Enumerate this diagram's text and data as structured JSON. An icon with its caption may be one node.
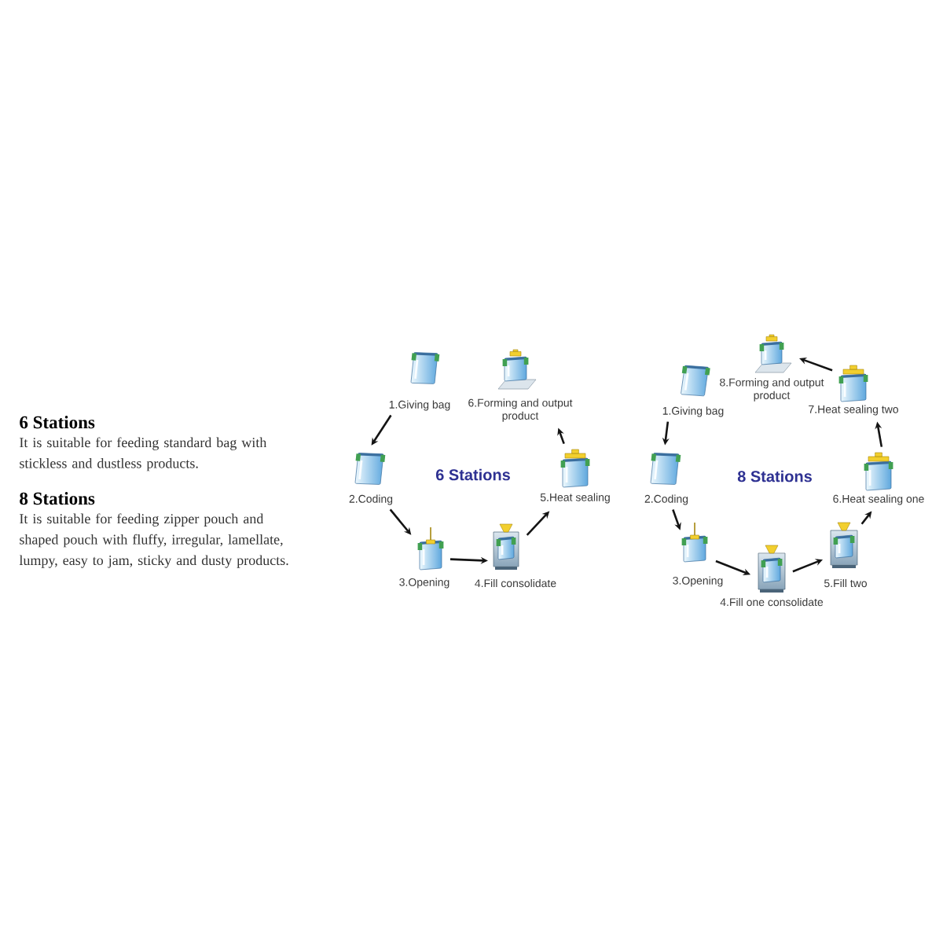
{
  "diagram": {
    "nodes": [
      {
        "text": [
          "1.Giving bag"
        ]
      },
      {
        "text": [
          "2.Coding"
        ]
      },
      {
        "text": [
          "3.Opening"
        ]
      },
      {
        "text": [
          "4.Fill consolidate"
        ]
      },
      {
        "text": [
          "5.Heat sealing"
        ]
      },
      {
        "text": [
          "6.Forming and output product"
        ]
      },
      {
        "text": [
          "1.Giving bag"
        ]
      },
      {
        "text": [
          "2.Coding"
        ]
      },
      {
        "text": [
          "3.Opening"
        ]
      },
      {
        "text": [
          "4.Fill one consolidate"
        ]
      },
      {
        "text": [
          "5.Fill two"
        ]
      },
      {
        "text": [
          "6.Heat sealing one"
        ]
      },
      {
        "text": [
          "7.Heat sealing two"
        ]
      },
      {
        "text": [
          "8.Forming and output product"
        ]
      }
    ],
    "edges": [
      {
        "from": 0,
        "to": 1,
        "arrow": "to"
      },
      {
        "from": 1,
        "to": 2,
        "arrow": "to"
      },
      {
        "from": 2,
        "to": 3,
        "arrow": "to"
      },
      {
        "from": 3,
        "to": 4,
        "arrow": "to"
      },
      {
        "from": 4,
        "to": 5,
        "arrow": "to"
      },
      {
        "from": 6,
        "to": 7,
        "arrow": "to"
      },
      {
        "from": 7,
        "to": 8,
        "arrow": "to"
      },
      {
        "from": 8,
        "to": 9,
        "arrow": "to"
      },
      {
        "from": 9,
        "to": 10,
        "arrow": "to"
      },
      {
        "from": 10,
        "to": 11,
        "arrow": "to"
      },
      {
        "from": 11,
        "to": 12,
        "arrow": "to"
      },
      {
        "from": 12,
        "to": 13,
        "arrow": "to"
      }
    ],
    "labels": [
      "6 Stations",
      "It is suitable for feeding standard bag with stickless and dustless products.",
      "8 Stations",
      "It is suitable for feeding zipper pouch and shaped pouch with fluffy, irregular, lamellate, lumpy, easy to jam, sticky and dusty products.",
      "6 Stations",
      "8 Stations"
    ]
  }
}
